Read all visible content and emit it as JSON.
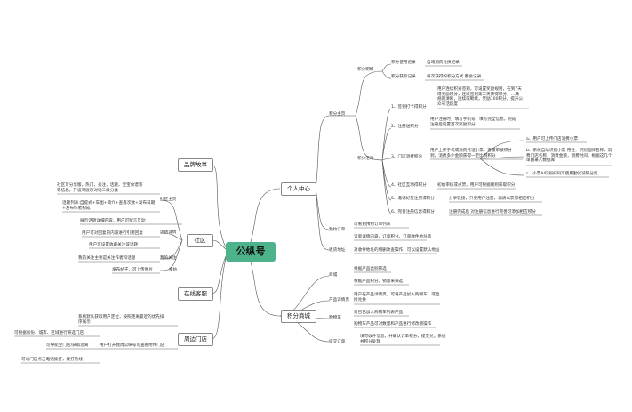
{
  "root": "公纵号",
  "branches": {
    "personal_center": "个人中心",
    "brand_story": "品牌故事",
    "community": "社区",
    "online_service": "在线客服",
    "store": "周边门店",
    "points_mall": "积分商城"
  },
  "points": {
    "title": "积分主页",
    "details": {
      "title": "积分明细",
      "used": "积分使用记录",
      "used_desc": "自域消费兑换记录",
      "earned": "积分获取记录",
      "earned_desc": "每次获得的积分方式 都会记录"
    },
    "activity": {
      "title": "积分活动",
      "signin": "1、签到打卡得积分",
      "signin_desc": "用户连续积分签到，可设置奖励规则，在到7天\n得奖励积分，连续签到第二天获得积分，…满\n规则清晰，连续或断续，奖励100积分，提升公\n众号活跃度",
      "register": "2、注册送积分",
      "register_desc": "用户注册时，填写手机号，填写完全信息，完成\n注册后设置首次奖励积分",
      "upload": "3、门店消费积分",
      "upload_desc": "用户上传手机或消费凭证小票，客服审核积分\n到，消费多少金额获得一定比例积分",
      "upload_a": "a、用户可上传门店消费小票",
      "upload_b": "b、系统自动识别小票 用性：识别品牌名称，消\n费门店名称，消费金额，消费时间，根据这几个\n单独录入数据库",
      "upload_c": "c、小票AI识别扫码可使用勤试减积分奖",
      "share": "4、社区互动得积分",
      "share_desc": "初始审核或点赞，用户可根据规则获取积分",
      "invite": "5、邀请好友注册得积分",
      "invite_desc": "分享链接，只要用户注册，邀请以获得相应积分",
      "profile": "6、完善注册信息得积分",
      "profile_desc": "注册完成后 对注册信息进行完善可添加相应积分"
    }
  },
  "subscribe": {
    "title": "预约订单",
    "desc": "可看到预约订单列表",
    "order": "订单详情内容、订单积分，订单收件地址等"
  },
  "addr": {
    "title": "收货地址",
    "desc": "对收件地址的增删改查操作，可以设置默认地址"
  },
  "brand_desc": "社区可分享版，热门，关注，话题，宝宝食谱等\n等信息，开设可展示对话二级分类",
  "community": {
    "home": "社区主页",
    "home_desc": "话题列表:自提式+车图+简介+查看次数+发布日期\n+发布作者构成",
    "topic": "话题详情",
    "topic_1": "展示话题详细内容，用户可留言互动",
    "topic_2": "用户可对回复的内容进行引用回复",
    "topic_3": "用户可设置收藏关注该话题",
    "follow": "我的关注",
    "follow_desc": "我的关注主要是关注作者和话题",
    "post": "发帖",
    "post_desc": "发布帖子，可上传图片"
  },
  "store": {
    "desc": "系统默认获取用户定位，按照距离最近的优先排\n序展示",
    "filter": "可根据省份、城市、区域进行筛选门店",
    "nav": "可导航至门店/获取近离",
    "phone": "可以门店点击电话拨打，拨打热线",
    "menu": "用户打开我周公纵号可查看附件门店"
  },
  "mall": {
    "items": "商城",
    "cat": "根据产品类别筛选",
    "points": "根据产品积分，销量来筛选",
    "detail": "产品详情页",
    "detail_desc": "用户在产品详情页，可将产品加入购物车，或直\n接兑换",
    "cart": "购物车",
    "cart_1": "对已已加入购物车列表产品",
    "cart_2": "购物车产品可对数量和产品进行修改增操作",
    "pay": "提交订单",
    "pay_desc": "填写收件信息，并确认订单积分，提交兑，系统\n并积分处理"
  }
}
